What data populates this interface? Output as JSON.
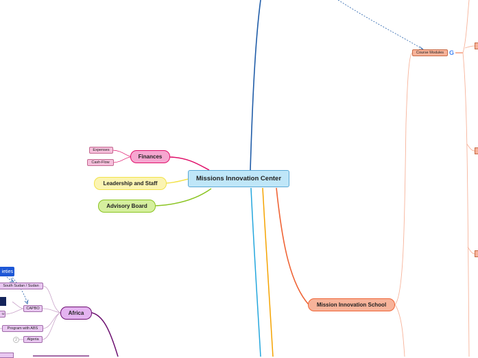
{
  "central": {
    "label": "Missions Innovation Center"
  },
  "topics": {
    "finances": "Finances",
    "leadership": "Leadership and Staff",
    "advisory": "Advisory Board",
    "school": "Mission Innovation School",
    "africa": "Africa"
  },
  "subtopics": {
    "expenses": "Expenses",
    "cashflow": "Cash-Flow",
    "course_modules": "Course Modules",
    "south_sudan": "South Sudan / Sudan",
    "capbo": "CAPBO",
    "program_abs": "Program with ABS",
    "algeria": "Algeria",
    "societies": "ieties",
    "partial_u": "u"
  },
  "algeria_badge": "2",
  "colors": {
    "finances": "#e0106a",
    "leadership": "#f2e24a",
    "advisory": "#8ac421",
    "school": "#ef6436",
    "school_light": "#f7b39a",
    "africa": "#6b0e6f",
    "blue_dark": "#1f5ca8",
    "cyan": "#23a6dd",
    "orange": "#f5a300",
    "link": "#1f5ca8"
  },
  "icons": {
    "course_modules_icon": "google-icon"
  }
}
